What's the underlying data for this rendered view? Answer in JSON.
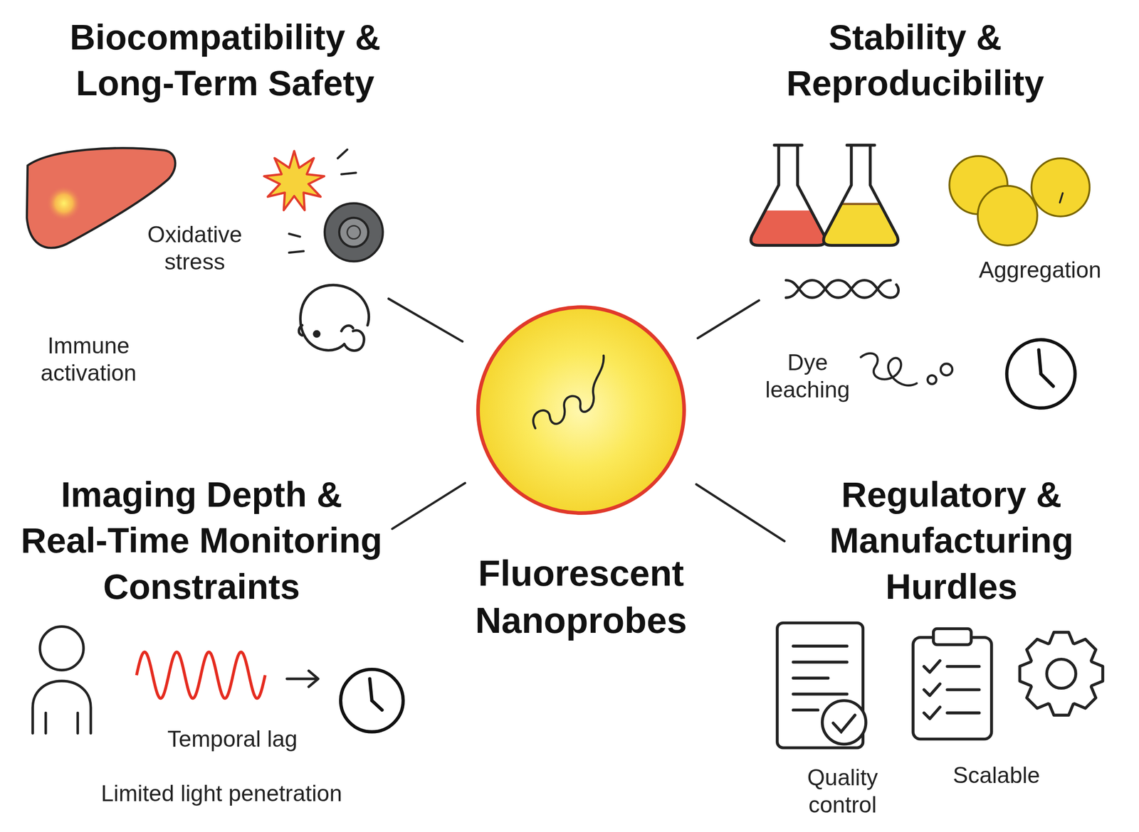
{
  "diagram": {
    "nodes": [
      {
        "text": [
          "Fluorescent Nanoprobes"
        ]
      },
      {
        "text": [
          "Biocompatibility & Long-Term Safety"
        ]
      },
      {
        "text": [
          "Stability & Reproducibility"
        ]
      },
      {
        "text": [
          "Imaging Depth & Real-Time Monitoring Constraints"
        ]
      },
      {
        "text": [
          "Regulatory & Manufacturing Hurdles"
        ]
      }
    ],
    "edges": [
      {
        "from": 0,
        "to": 1,
        "arrow": "none"
      },
      {
        "from": 0,
        "to": 2,
        "arrow": "none"
      },
      {
        "from": 0,
        "to": 3,
        "arrow": "none"
      },
      {
        "from": 0,
        "to": 4,
        "arrow": "none"
      }
    ],
    "labels": [
      "Oxidative stress",
      "Immune activation",
      "Aggregation",
      "Dye leaching",
      "Temporal lag",
      "Limited light penetration",
      "Quality control",
      "Scalable"
    ]
  }
}
